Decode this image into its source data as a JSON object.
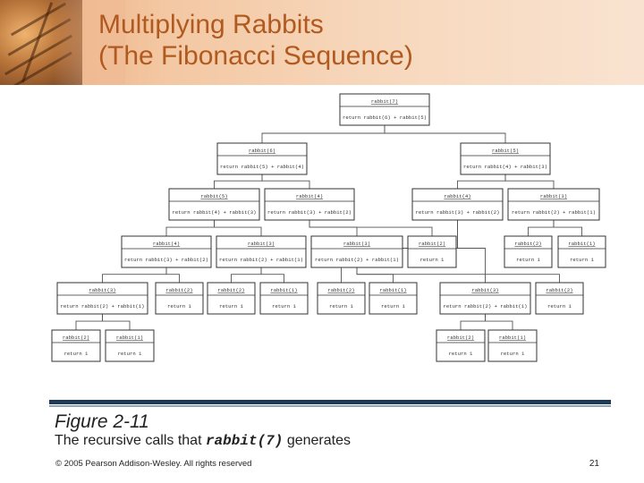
{
  "title": {
    "line1": "Multiplying Rabbits",
    "line2": "(The Fibonacci Sequence)"
  },
  "figure": {
    "number": "Figure 2-11",
    "caption_prefix": "The recursive calls that ",
    "caption_code": "rabbit(7)",
    "caption_suffix": " generates"
  },
  "footer": {
    "copyright": "© 2005 Pearson Addison-Wesley. All rights reserved",
    "page": "21"
  },
  "colors": {
    "title": "#b05a20",
    "rule": "#1f3a57"
  },
  "diagram": {
    "nodes": [
      {
        "id": "r7",
        "call": "rabbit(7)",
        "body": "return rabbit(6) + rabbit(5)"
      },
      {
        "id": "r6",
        "call": "rabbit(6)",
        "body": "return rabbit(5) + rabbit(4)"
      },
      {
        "id": "r5b",
        "call": "rabbit(5)",
        "body": "return rabbit(4) + rabbit(3)"
      },
      {
        "id": "r6_5",
        "call": "rabbit(5)",
        "body": "return rabbit(4) + rabbit(3)"
      },
      {
        "id": "r6_4",
        "call": "rabbit(4)",
        "body": "return rabbit(3) + rabbit(2)"
      },
      {
        "id": "r5b_4",
        "call": "rabbit(4)",
        "body": "return rabbit(3) + rabbit(2)"
      },
      {
        "id": "r5b_3",
        "call": "rabbit(3)",
        "body": "return rabbit(2) + rabbit(1)"
      },
      {
        "id": "n4a",
        "call": "rabbit(4)",
        "body": "return rabbit(3) + rabbit(2)"
      },
      {
        "id": "n3a",
        "call": "rabbit(3)",
        "body": "return rabbit(2) + rabbit(1)"
      },
      {
        "id": "n3b",
        "call": "rabbit(3)",
        "body": "return rabbit(2) + rabbit(1)"
      },
      {
        "id": "n2a",
        "call": "rabbit(2)",
        "body": "return 1"
      },
      {
        "id": "n2b",
        "call": "rabbit(2)",
        "body": "return 1"
      },
      {
        "id": "n1a",
        "call": "rabbit(1)",
        "body": "return 1"
      },
      {
        "id": "n3c",
        "call": "rabbit(3)",
        "body": "return rabbit(2) + rabbit(1)"
      },
      {
        "id": "n2c",
        "call": "rabbit(2)",
        "body": "return 1"
      },
      {
        "id": "n2d",
        "call": "rabbit(2)",
        "body": "return 1"
      },
      {
        "id": "n1b",
        "call": "rabbit(1)",
        "body": "return 1"
      },
      {
        "id": "n2e",
        "call": "rabbit(2)",
        "body": "return 1"
      },
      {
        "id": "n1c",
        "call": "rabbit(1)",
        "body": "return 1"
      },
      {
        "id": "n3d",
        "call": "rabbit(3)",
        "body": "return rabbit(2) + rabbit(1)"
      },
      {
        "id": "n2f",
        "call": "rabbit(2)",
        "body": "return 1"
      },
      {
        "id": "n2g",
        "call": "rabbit(2)",
        "body": "return 1"
      },
      {
        "id": "n1d",
        "call": "rabbit(1)",
        "body": "return 1"
      },
      {
        "id": "n2h",
        "call": "rabbit(2)",
        "body": "return 1"
      },
      {
        "id": "n1e",
        "call": "rabbit(1)",
        "body": "return 1"
      }
    ],
    "edges": [
      [
        "r7",
        "r6"
      ],
      [
        "r7",
        "r5b"
      ],
      [
        "r6",
        "r6_5"
      ],
      [
        "r6",
        "r6_4"
      ],
      [
        "r5b",
        "r5b_4"
      ],
      [
        "r5b",
        "r5b_3"
      ],
      [
        "r6_5",
        "n4a"
      ],
      [
        "r6_5",
        "n3a"
      ],
      [
        "r6_4",
        "n3b"
      ],
      [
        "r6_4",
        "n2a"
      ],
      [
        "r5b_4",
        "n3d"
      ],
      [
        "r5b_4",
        "n2e"
      ],
      [
        "r5b_3",
        "n2b"
      ],
      [
        "r5b_3",
        "n1a"
      ],
      [
        "n4a",
        "n3c"
      ],
      [
        "n4a",
        "n2c"
      ],
      [
        "n3a",
        "n2d"
      ],
      [
        "n3a",
        "n1b"
      ],
      [
        "n3b",
        "n2f"
      ],
      [
        "n3b",
        "n1c"
      ],
      [
        "n3c",
        "n2g"
      ],
      [
        "n3c",
        "n1d"
      ],
      [
        "n3d",
        "n2h"
      ],
      [
        "n3d",
        "n1e"
      ]
    ]
  }
}
